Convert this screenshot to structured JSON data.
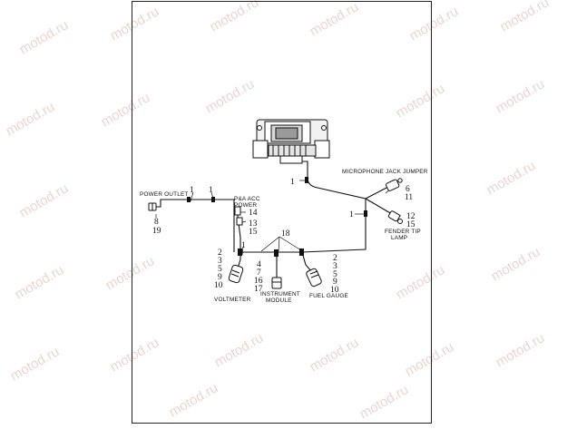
{
  "watermark": "motod.ru",
  "labels": {
    "power_outlet": "POWER OUTLET",
    "pa_acc_1": "P&A ACC",
    "pa_acc_2": "POWER",
    "microphone_jack": "MICROPHONE JACK JUMPER",
    "fender_tip_1": "FENDER TIP",
    "fender_tip_2": "LAMP",
    "voltmeter": "VOLTMETER",
    "instrument_module_1": "INSTRUMENT",
    "instrument_module_2": "MODULE",
    "fuel_gauge": "FUEL GAUGE"
  },
  "callouts": {
    "c1a": "1",
    "c1b": "1",
    "c1c": "1",
    "c1d": "1",
    "c1e": "1",
    "c8": "8",
    "c19": "19",
    "c14": "14",
    "c13": "13",
    "c15a": "15",
    "c18": "18",
    "c6": "6",
    "c11": "11",
    "c12": "12",
    "c15b": "15",
    "v2": "2",
    "v3": "3",
    "v5": "5",
    "v9": "9",
    "v10": "10",
    "i4": "4",
    "i7": "7",
    "i16": "16",
    "i17": "17",
    "f2": "2",
    "f3": "3",
    "f5": "5",
    "f9": "9",
    "f10": "10"
  }
}
